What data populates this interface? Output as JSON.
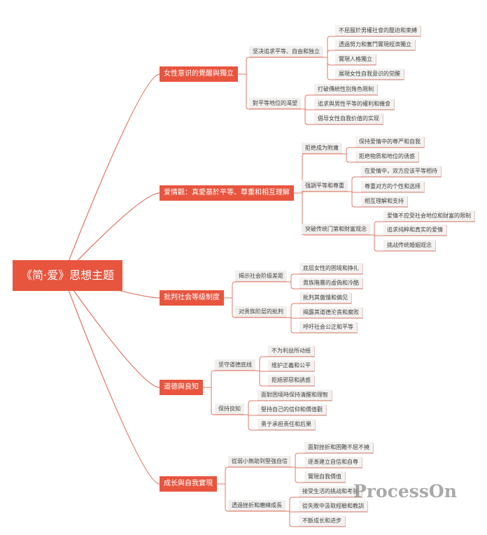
{
  "title": "《简·爱》思想主题",
  "colors": {
    "accent": "#e8553f",
    "line": "#e07a6a",
    "node_bg": "#f0efee"
  },
  "branches": [
    {
      "label": "女性意识的覺醒與獨立",
      "children": [
        {
          "label": "坚决追求平等、自由和独立",
          "leaves": [
            "不屈服於男權社會的壓迫和束縛",
            "透過努力和奮鬥實現經濟獨立",
            "實現人格獨立",
            "展現女性自我意识的觉醒"
          ]
        },
        {
          "label": "對平等地位的渴望",
          "leaves": [
            "打破傳統性別角色限制",
            "追求與男性平等的權利和機會",
            "倡导女性自我价值的实现"
          ]
        }
      ]
    },
    {
      "label": "爱情觀：真愛基於平等、尊重和相互理解",
      "children": [
        {
          "label": "拒绝成为附庸",
          "leaves": [
            "保持爱情中的尊严和自我",
            "拒绝物质和地位的诱惑"
          ]
        },
        {
          "label": "强調平等和尊重",
          "leaves": [
            "在爱情中，双方应该平等相待",
            "尊重对方的个性和选择",
            "相互理解和支持"
          ]
        },
        {
          "label": "突破传统门第和財富观念",
          "leaves": [
            "爱情不应受社会地位和财富的限制",
            "追求纯粹和真实的爱情",
            "挑战传统婚姻观念"
          ]
        }
      ]
    },
    {
      "label": "批判社会等级制度",
      "children": [
        {
          "label": "揭示社会阶级差距",
          "leaves": [
            "底层女性的困境和挣扎",
            "貴族階層的虛偽和冷酷"
          ]
        },
        {
          "label": "对贵族阶层的批判",
          "leaves": [
            "批判其傲慢和偏见",
            "揭露其道德沦丧和腐败",
            "呼吁社会公正和平等"
          ]
        }
      ]
    },
    {
      "label": "道德與良知",
      "children": [
        {
          "label": "坚守道德底线",
          "leaves": [
            "不为利益所动摇",
            "维护正義和公平",
            "拒絕邪惡和誘惑"
          ]
        },
        {
          "label": "保持良知",
          "leaves": [
            "面對困境時保持清醒和理智",
            "堅持自己的信仰和價值觀",
            "勇于承担责任和后果"
          ]
        }
      ]
    },
    {
      "label": "成长與自我實現",
      "children": [
        {
          "label": "從弱小無助到堅強自信",
          "leaves": [
            "面對挫折和困難不屈不撓",
            "逐漸建立自信和自尊",
            "實現自我價值"
          ]
        },
        {
          "label": "透過挫折和磨練成長",
          "leaves": [
            "接受生活的挑战和考验",
            "從失敗中汲取經驗和教訓",
            "不斷成长和进步"
          ]
        }
      ]
    }
  ],
  "watermark": "ProcessOn"
}
